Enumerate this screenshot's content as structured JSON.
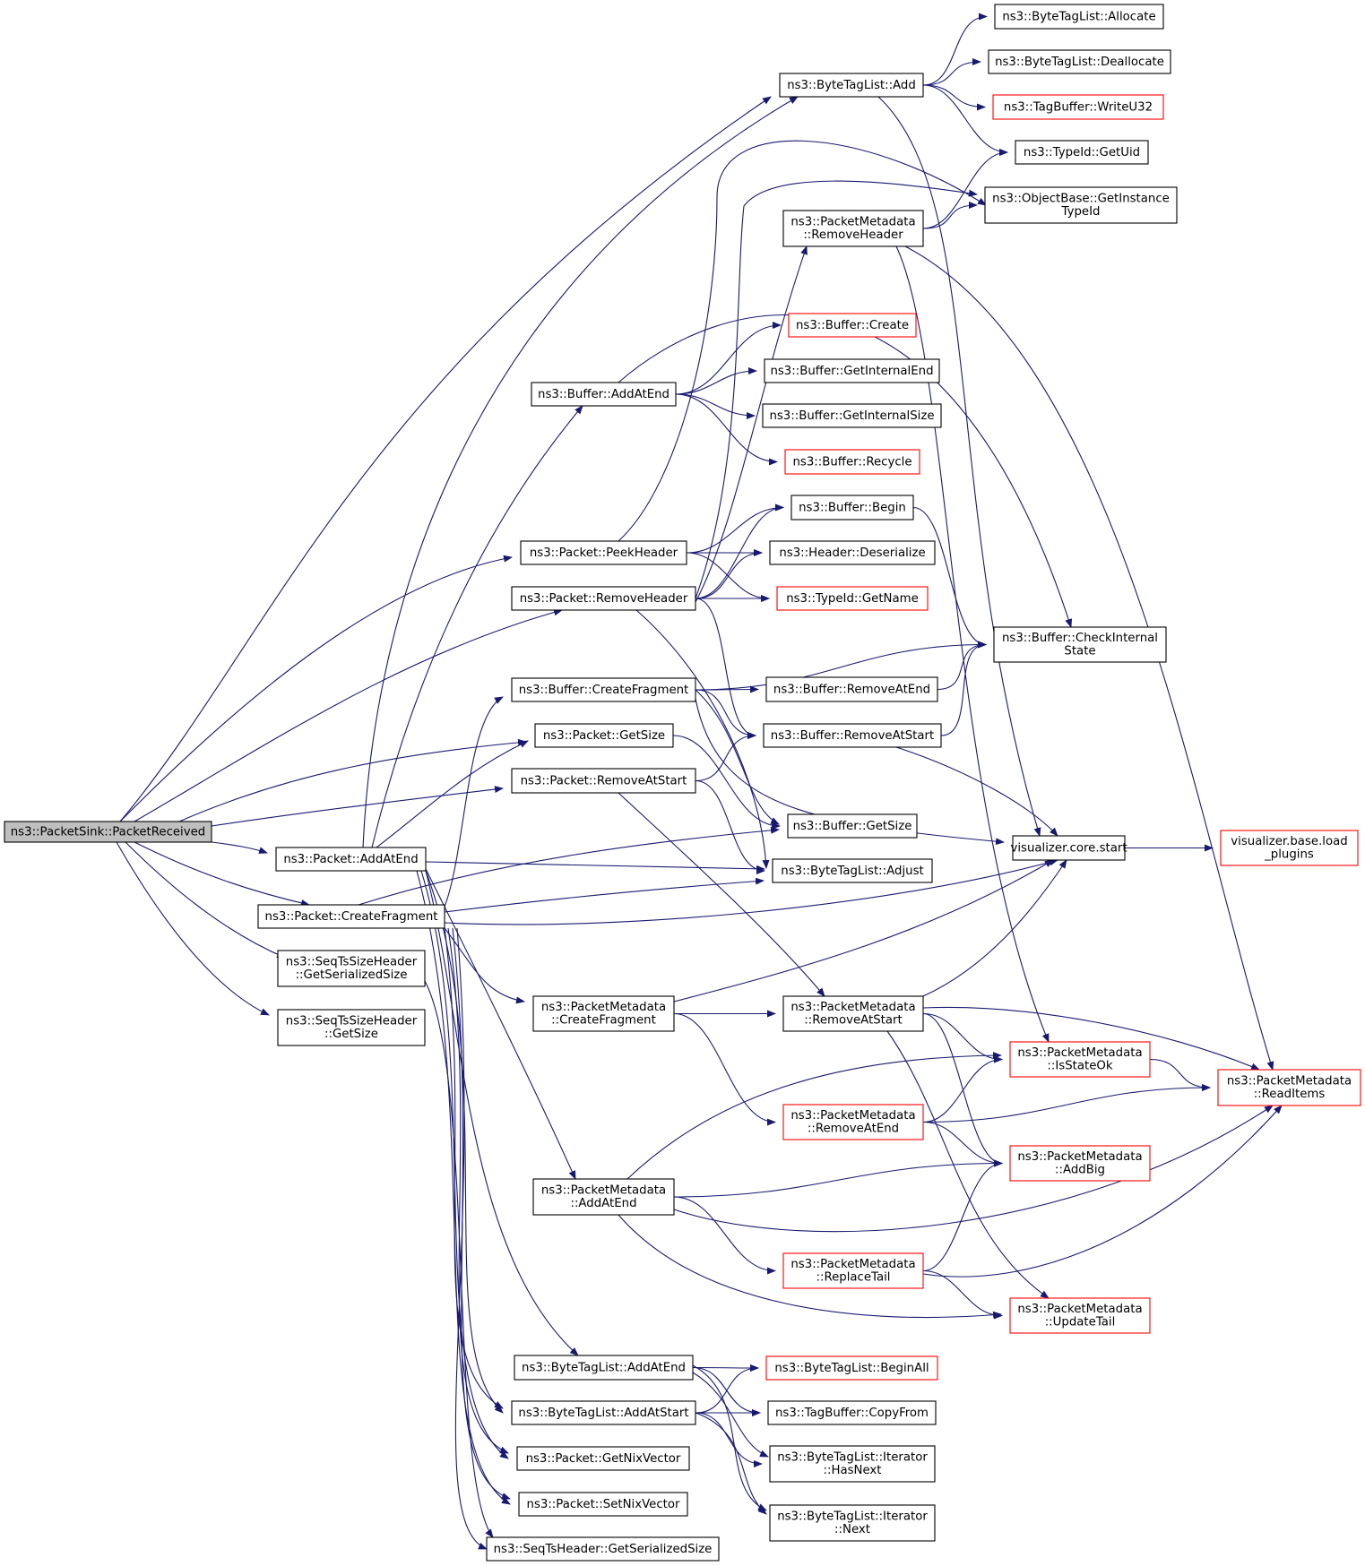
{
  "diagram": {
    "edge_color": "#191970",
    "node_border_color": "#000000",
    "truncated_node_border_color": "#ff0000",
    "root_fill_color": "#bfbfbf",
    "nodes": [
      {
        "id": "sink_received",
        "lines": [
          "ns3::PacketSink::PacketReceived"
        ],
        "style": "root"
      },
      {
        "id": "bytetag_add",
        "lines": [
          "ns3::ByteTagList::Add"
        ],
        "style": "normal"
      },
      {
        "id": "bytetag_allocate",
        "lines": [
          "ns3::ByteTagList::Allocate"
        ],
        "style": "normal"
      },
      {
        "id": "bytetag_deallocate",
        "lines": [
          "ns3::ByteTagList::Deallocate"
        ],
        "style": "normal"
      },
      {
        "id": "tagbuffer_writeu32",
        "lines": [
          "ns3::TagBuffer::WriteU32"
        ],
        "style": "truncated"
      },
      {
        "id": "typeid_getuid",
        "lines": [
          "ns3::TypeId::GetUid"
        ],
        "style": "normal"
      },
      {
        "id": "objectbase_getinstance",
        "lines": [
          "ns3::ObjectBase::GetInstance",
          "TypeId"
        ],
        "style": "normal"
      },
      {
        "id": "pm_removeheader",
        "lines": [
          "ns3::PacketMetadata",
          "::RemoveHeader"
        ],
        "style": "normal"
      },
      {
        "id": "buffer_create",
        "lines": [
          "ns3::Buffer::Create"
        ],
        "style": "truncated"
      },
      {
        "id": "buffer_addatend",
        "lines": [
          "ns3::Buffer::AddAtEnd"
        ],
        "style": "normal"
      },
      {
        "id": "buffer_getinternalend",
        "lines": [
          "ns3::Buffer::GetInternalEnd"
        ],
        "style": "normal"
      },
      {
        "id": "buffer_getinternalsize",
        "lines": [
          "ns3::Buffer::GetInternalSize"
        ],
        "style": "normal"
      },
      {
        "id": "buffer_recycle",
        "lines": [
          "ns3::Buffer::Recycle"
        ],
        "style": "truncated"
      },
      {
        "id": "buffer_begin",
        "lines": [
          "ns3::Buffer::Begin"
        ],
        "style": "normal"
      },
      {
        "id": "packet_peekheader",
        "lines": [
          "ns3::Packet::PeekHeader"
        ],
        "style": "normal"
      },
      {
        "id": "header_deserialize",
        "lines": [
          "ns3::Header::Deserialize"
        ],
        "style": "normal"
      },
      {
        "id": "packet_removeheader",
        "lines": [
          "ns3::Packet::RemoveHeader"
        ],
        "style": "normal"
      },
      {
        "id": "typeid_getname",
        "lines": [
          "ns3::TypeId::GetName"
        ],
        "style": "truncated"
      },
      {
        "id": "buffer_checkinternal",
        "lines": [
          "ns3::Buffer::CheckInternal",
          "State"
        ],
        "style": "normal"
      },
      {
        "id": "buffer_createfragment",
        "lines": [
          "ns3::Buffer::CreateFragment"
        ],
        "style": "normal"
      },
      {
        "id": "buffer_removeatend",
        "lines": [
          "ns3::Buffer::RemoveAtEnd"
        ],
        "style": "normal"
      },
      {
        "id": "packet_getsize",
        "lines": [
          "ns3::Packet::GetSize"
        ],
        "style": "normal"
      },
      {
        "id": "buffer_removeatstart",
        "lines": [
          "ns3::Buffer::RemoveAtStart"
        ],
        "style": "normal"
      },
      {
        "id": "packet_removeatstart",
        "lines": [
          "ns3::Packet::RemoveAtStart"
        ],
        "style": "normal"
      },
      {
        "id": "buffer_getsize",
        "lines": [
          "ns3::Buffer::GetSize"
        ],
        "style": "normal"
      },
      {
        "id": "visualizer_start",
        "lines": [
          "visualizer.core.start"
        ],
        "style": "normal"
      },
      {
        "id": "visualizer_load",
        "lines": [
          "visualizer.base.load",
          "_plugins"
        ],
        "style": "truncated"
      },
      {
        "id": "packet_addatend",
        "lines": [
          "ns3::Packet::AddAtEnd"
        ],
        "style": "normal"
      },
      {
        "id": "bytetag_adjust",
        "lines": [
          "ns3::ByteTagList::Adjust"
        ],
        "style": "normal"
      },
      {
        "id": "packet_createfragment",
        "lines": [
          "ns3::Packet::CreateFragment"
        ],
        "style": "normal"
      },
      {
        "id": "seqts_getserializedsize",
        "lines": [
          "ns3::SeqTsSizeHeader",
          "::GetSerializedSize"
        ],
        "style": "normal"
      },
      {
        "id": "seqts_getsize",
        "lines": [
          "ns3::SeqTsSizeHeader",
          "::GetSize"
        ],
        "style": "normal"
      },
      {
        "id": "pm_createfragment",
        "lines": [
          "ns3::PacketMetadata",
          "::CreateFragment"
        ],
        "style": "normal"
      },
      {
        "id": "pm_removeatstart",
        "lines": [
          "ns3::PacketMetadata",
          "::RemoveAtStart"
        ],
        "style": "normal"
      },
      {
        "id": "pm_isstateok",
        "lines": [
          "ns3::PacketMetadata",
          "::IsStateOk"
        ],
        "style": "truncated"
      },
      {
        "id": "pm_readitems",
        "lines": [
          "ns3::PacketMetadata",
          "::ReadItems"
        ],
        "style": "truncated"
      },
      {
        "id": "pm_removeatend",
        "lines": [
          "ns3::PacketMetadata",
          "::RemoveAtEnd"
        ],
        "style": "truncated"
      },
      {
        "id": "pm_addbig",
        "lines": [
          "ns3::PacketMetadata",
          "::AddBig"
        ],
        "style": "truncated"
      },
      {
        "id": "pm_addatend",
        "lines": [
          "ns3::PacketMetadata",
          "::AddAtEnd"
        ],
        "style": "normal"
      },
      {
        "id": "pm_replacetail",
        "lines": [
          "ns3::PacketMetadata",
          "::ReplaceTail"
        ],
        "style": "truncated"
      },
      {
        "id": "pm_updatetail",
        "lines": [
          "ns3::PacketMetadata",
          "::UpdateTail"
        ],
        "style": "truncated"
      },
      {
        "id": "bytetag_addatend",
        "lines": [
          "ns3::ByteTagList::AddAtEnd"
        ],
        "style": "normal"
      },
      {
        "id": "bytetag_beginall",
        "lines": [
          "ns3::ByteTagList::BeginAll"
        ],
        "style": "truncated"
      },
      {
        "id": "bytetag_addatstart",
        "lines": [
          "ns3::ByteTagList::AddAtStart"
        ],
        "style": "normal"
      },
      {
        "id": "tagbuffer_copyfrom",
        "lines": [
          "ns3::TagBuffer::CopyFrom"
        ],
        "style": "normal"
      },
      {
        "id": "iterator_hasnext",
        "lines": [
          "ns3::ByteTagList::Iterator",
          "::HasNext"
        ],
        "style": "normal"
      },
      {
        "id": "packet_getnixvector",
        "lines": [
          "ns3::Packet::GetNixVector"
        ],
        "style": "normal"
      },
      {
        "id": "iterator_next",
        "lines": [
          "ns3::ByteTagList::Iterator",
          "::Next"
        ],
        "style": "normal"
      },
      {
        "id": "packet_setnixvector",
        "lines": [
          "ns3::Packet::SetNixVector"
        ],
        "style": "normal"
      },
      {
        "id": "seqtsheader_getserializedsize",
        "lines": [
          "ns3::SeqTsHeader::GetSerializedSize"
        ],
        "style": "normal"
      }
    ],
    "edges": [
      [
        "sink_received",
        "bytetag_add"
      ],
      [
        "sink_received",
        "packet_peekheader"
      ],
      [
        "sink_received",
        "packet_removeheader"
      ],
      [
        "sink_received",
        "packet_getsize"
      ],
      [
        "sink_received",
        "packet_removeatstart"
      ],
      [
        "sink_received",
        "packet_addatend"
      ],
      [
        "sink_received",
        "packet_createfragment"
      ],
      [
        "sink_received",
        "seqts_getserializedsize"
      ],
      [
        "sink_received",
        "seqts_getsize"
      ],
      [
        "bytetag_add",
        "bytetag_allocate"
      ],
      [
        "bytetag_add",
        "bytetag_deallocate"
      ],
      [
        "bytetag_add",
        "tagbuffer_writeu32"
      ],
      [
        "bytetag_add",
        "typeid_getuid"
      ],
      [
        "bytetag_add",
        "visualizer_start"
      ],
      [
        "pm_removeheader",
        "typeid_getuid"
      ],
      [
        "pm_removeheader",
        "objectbase_getinstance"
      ],
      [
        "pm_removeheader",
        "pm_isstateok"
      ],
      [
        "pm_removeheader",
        "pm_readitems"
      ],
      [
        "buffer_addatend",
        "buffer_create"
      ],
      [
        "buffer_addatend",
        "buffer_getinternalend"
      ],
      [
        "buffer_addatend",
        "buffer_getinternalsize"
      ],
      [
        "buffer_addatend",
        "buffer_recycle"
      ],
      [
        "buffer_addatend",
        "buffer_checkinternal"
      ],
      [
        "packet_peekheader",
        "buffer_begin"
      ],
      [
        "packet_peekheader",
        "header_deserialize"
      ],
      [
        "packet_peekheader",
        "typeid_getname"
      ],
      [
        "packet_peekheader",
        "objectbase_getinstance"
      ],
      [
        "packet_removeheader",
        "buffer_begin"
      ],
      [
        "packet_removeheader",
        "header_deserialize"
      ],
      [
        "packet_removeheader",
        "typeid_getname"
      ],
      [
        "packet_removeheader",
        "objectbase_getinstance"
      ],
      [
        "packet_removeheader",
        "pm_removeheader"
      ],
      [
        "packet_removeheader",
        "buffer_removeatstart"
      ],
      [
        "packet_removeheader",
        "bytetag_adjust"
      ],
      [
        "buffer_begin",
        "buffer_checkinternal"
      ],
      [
        "buffer_createfragment",
        "buffer_checkinternal"
      ],
      [
        "buffer_createfragment",
        "buffer_removeatend"
      ],
      [
        "buffer_createfragment",
        "buffer_removeatstart"
      ],
      [
        "buffer_createfragment",
        "buffer_getsize"
      ],
      [
        "buffer_createfragment",
        "visualizer_start"
      ],
      [
        "buffer_removeatend",
        "buffer_checkinternal"
      ],
      [
        "buffer_removeatstart",
        "buffer_checkinternal"
      ],
      [
        "buffer_removeatstart",
        "visualizer_start"
      ],
      [
        "packet_getsize",
        "buffer_getsize"
      ],
      [
        "packet_removeatstart",
        "buffer_removeatstart"
      ],
      [
        "packet_removeatstart",
        "bytetag_adjust"
      ],
      [
        "packet_removeatstart",
        "pm_removeatstart"
      ],
      [
        "visualizer_start",
        "visualizer_load"
      ],
      [
        "packet_addatend",
        "bytetag_add"
      ],
      [
        "packet_addatend",
        "buffer_addatend"
      ],
      [
        "packet_addatend",
        "packet_getsize"
      ],
      [
        "packet_addatend",
        "bytetag_adjust"
      ],
      [
        "packet_addatend",
        "pm_addatend"
      ],
      [
        "packet_addatend",
        "bytetag_addatend"
      ],
      [
        "packet_addatend",
        "bytetag_addatstart"
      ],
      [
        "packet_addatend",
        "packet_getnixvector"
      ],
      [
        "packet_addatend",
        "packet_setnixvector"
      ],
      [
        "packet_createfragment",
        "buffer_createfragment"
      ],
      [
        "packet_createfragment",
        "buffer_getsize"
      ],
      [
        "packet_createfragment",
        "bytetag_adjust"
      ],
      [
        "packet_createfragment",
        "visualizer_start"
      ],
      [
        "packet_createfragment",
        "pm_createfragment"
      ],
      [
        "packet_createfragment",
        "bytetag_addatstart"
      ],
      [
        "packet_createfragment",
        "packet_getnixvector"
      ],
      [
        "packet_createfragment",
        "packet_setnixvector"
      ],
      [
        "packet_createfragment",
        "seqtsheader_getserializedsize"
      ],
      [
        "seqts_getserializedsize",
        "seqtsheader_getserializedsize"
      ],
      [
        "pm_createfragment",
        "visualizer_start"
      ],
      [
        "pm_createfragment",
        "pm_removeatstart"
      ],
      [
        "pm_createfragment",
        "pm_removeatend"
      ],
      [
        "pm_removeatstart",
        "visualizer_start"
      ],
      [
        "pm_removeatstart",
        "pm_isstateok"
      ],
      [
        "pm_removeatstart",
        "pm_readitems"
      ],
      [
        "pm_removeatstart",
        "pm_addbig"
      ],
      [
        "pm_removeatstart",
        "pm_updatetail"
      ],
      [
        "pm_isstateok",
        "pm_readitems"
      ],
      [
        "pm_removeatend",
        "pm_isstateok"
      ],
      [
        "pm_removeatend",
        "pm_readitems"
      ],
      [
        "pm_removeatend",
        "pm_addbig"
      ],
      [
        "pm_addatend",
        "pm_isstateok"
      ],
      [
        "pm_addatend",
        "pm_addbig"
      ],
      [
        "pm_addatend",
        "pm_readitems"
      ],
      [
        "pm_addatend",
        "pm_replacetail"
      ],
      [
        "pm_addatend",
        "pm_updatetail"
      ],
      [
        "pm_replacetail",
        "pm_addbig"
      ],
      [
        "pm_replacetail",
        "pm_readitems"
      ],
      [
        "pm_replacetail",
        "pm_updatetail"
      ],
      [
        "bytetag_addatend",
        "bytetag_beginall"
      ],
      [
        "bytetag_addatend",
        "tagbuffer_copyfrom"
      ],
      [
        "bytetag_addatend",
        "iterator_hasnext"
      ],
      [
        "bytetag_addatend",
        "iterator_next"
      ],
      [
        "bytetag_addatstart",
        "bytetag_beginall"
      ],
      [
        "bytetag_addatstart",
        "tagbuffer_copyfrom"
      ],
      [
        "bytetag_addatstart",
        "iterator_hasnext"
      ],
      [
        "bytetag_addatstart",
        "iterator_next"
      ]
    ]
  }
}
